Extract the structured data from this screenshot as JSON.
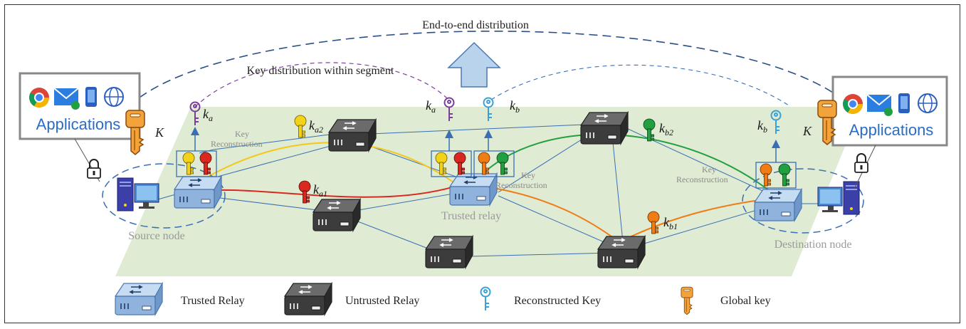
{
  "title": "End-to-end distribution",
  "segment_label": "Key distribution within segment",
  "apps_left": {
    "label": "Applications",
    "key_symbol": "K"
  },
  "apps_right": {
    "label": "Applications",
    "key_symbol": "K"
  },
  "nodes": {
    "source": "Source node",
    "trusted": "Trusted relay",
    "destination": "Destination node"
  },
  "key_labels": {
    "ka_top": {
      "base": "k",
      "sub": "a"
    },
    "ka2": {
      "base": "k",
      "sub": "a2"
    },
    "ka1": {
      "base": "k",
      "sub": "a1"
    },
    "ka_mid": {
      "base": "k",
      "sub": "a"
    },
    "kb_mid": {
      "base": "k",
      "sub": "b"
    },
    "kb2": {
      "base": "k",
      "sub": "b2"
    },
    "kb1": {
      "base": "k",
      "sub": "b1"
    },
    "kb_right": {
      "base": "k",
      "sub": "b"
    }
  },
  "reconstruction": {
    "line1": "Key",
    "line2": "Reconstruction"
  },
  "legend": {
    "trusted_relay": "Trusted Relay",
    "untrusted_relay": "Untrusted Relay",
    "reconstructed_key": "Reconstructed Key",
    "global_key": "Global key"
  },
  "colors": {
    "plane": "#dfebd3",
    "trusted_relay": "#8fb3dd",
    "untrusted_relay": "#3c3c3c",
    "key_yellow": "#f3d21a",
    "key_red": "#d9281f",
    "key_green": "#22a040",
    "key_orange": "#f07c16",
    "reconstructed_key": "#3aa0d6",
    "global_key": "#f2a33a",
    "link": "#3a6fb5",
    "end_to_end": "#2a4f86",
    "segment": "#7a3f9a"
  }
}
